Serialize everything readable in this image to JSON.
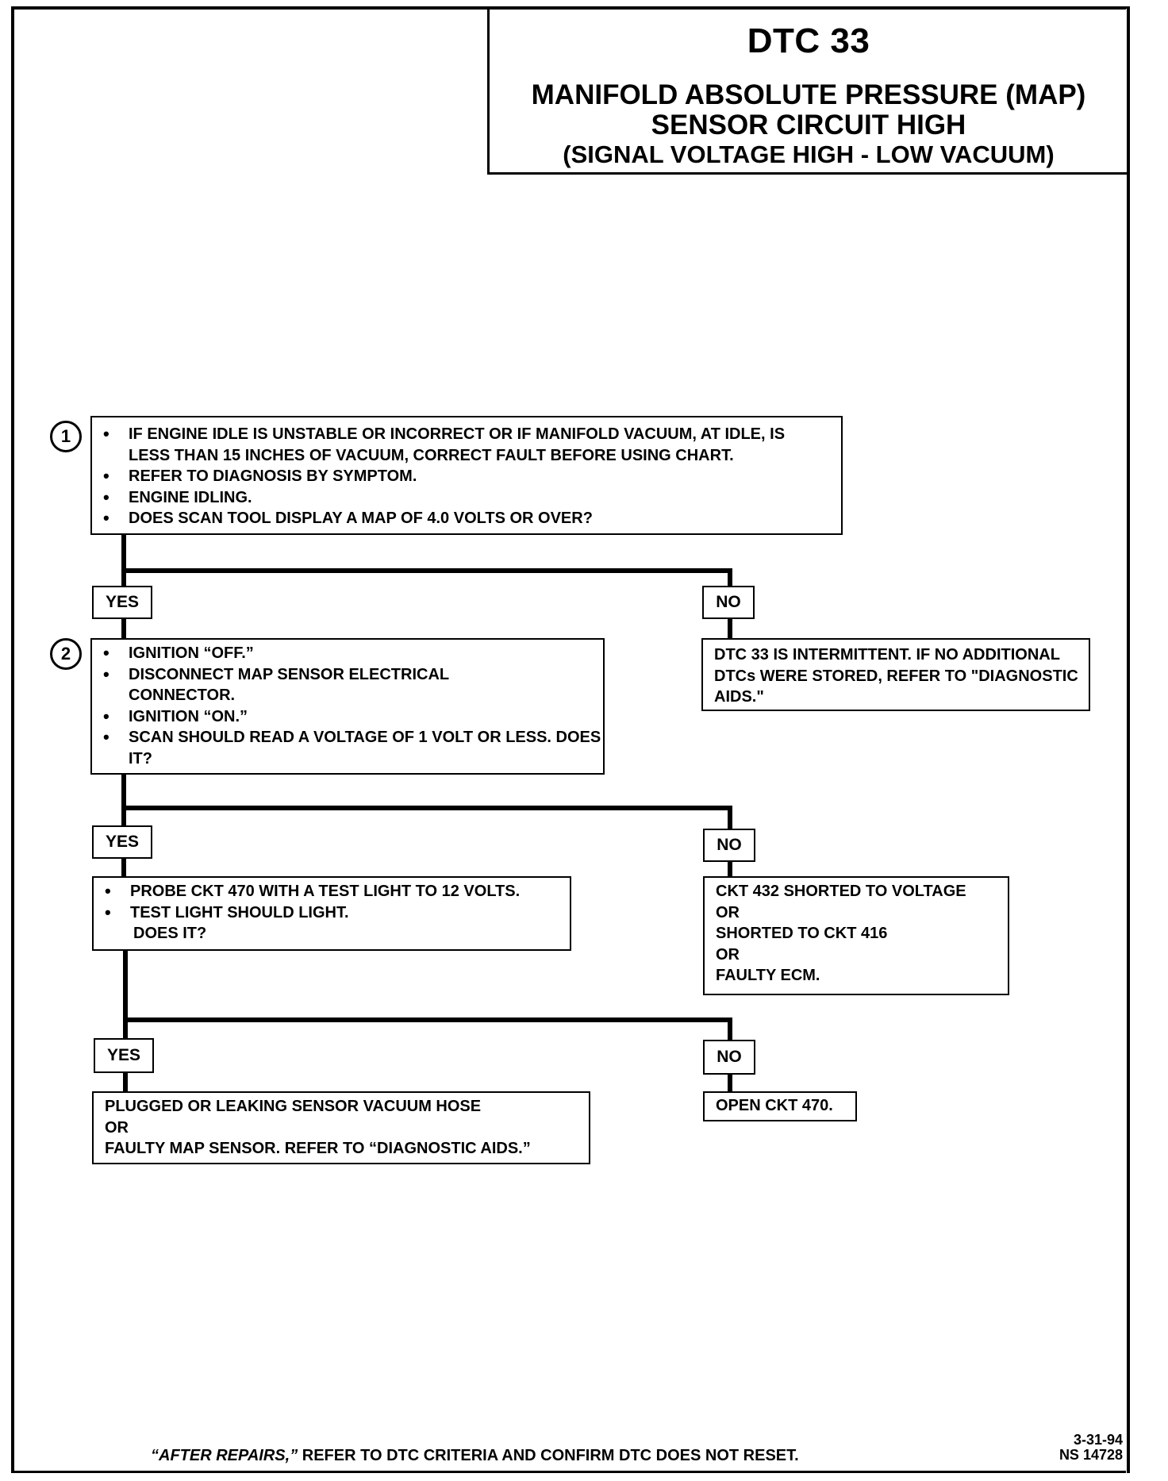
{
  "title": {
    "dtc": "DTC 33",
    "line1": "MANIFOLD ABSOLUTE PRESSURE (MAP)",
    "line2": "SENSOR CIRCUIT HIGH",
    "line3": "(SIGNAL VOLTAGE HIGH - LOW VACUUM)"
  },
  "step1": {
    "number": "1",
    "items": [
      "IF ENGINE IDLE IS UNSTABLE OR INCORRECT OR IF MANIFOLD VACUUM, AT IDLE, IS LESS THAN 15 INCHES OF VACUUM, CORRECT FAULT BEFORE USING CHART.",
      "REFER TO DIAGNOSIS BY SYMPTOM.",
      "ENGINE IDLING.",
      "DOES SCAN TOOL DISPLAY A MAP OF 4.0 VOLTS OR OVER?"
    ]
  },
  "branch1": {
    "yes": "YES",
    "no": "NO"
  },
  "no1_text": "DTC 33 IS INTERMITTENT.  IF NO ADDITIONAL DTCs WERE STORED, REFER TO \"DIAGNOSTIC AIDS.\"",
  "step2": {
    "number": "2",
    "items": [
      "IGNITION “OFF.”",
      "DISCONNECT MAP SENSOR ELECTRICAL CONNECTOR.",
      "IGNITION “ON.”",
      "SCAN SHOULD READ A VOLTAGE OF 1 VOLT OR LESS. DOES IT?"
    ]
  },
  "branch2": {
    "yes": "YES",
    "no": "NO"
  },
  "step3": {
    "items": [
      "PROBE CKT 470 WITH A TEST LIGHT TO 12  VOLTS.",
      "TEST LIGHT SHOULD LIGHT."
    ],
    "question": "DOES IT?"
  },
  "no2_lines": [
    "CKT 432 SHORTED TO VOLTAGE",
    "OR",
    "SHORTED TO CKT 416",
    "OR",
    "FAULTY ECM."
  ],
  "branch3": {
    "yes": "YES",
    "no": "NO"
  },
  "yes3_lines": [
    "PLUGGED OR LEAKING SENSOR VACUUM HOSE",
    "OR",
    "FAULTY MAP SENSOR.  REFER TO “DIAGNOSTIC AIDS.”"
  ],
  "no3_text": "OPEN CKT 470.",
  "footer": {
    "emph": "“AFTER REPAIRS,”",
    "rest": " REFER TO DTC CRITERIA AND CONFIRM DTC DOES NOT RESET."
  },
  "code": {
    "date": "3-31-94",
    "ref": "NS 14728"
  }
}
